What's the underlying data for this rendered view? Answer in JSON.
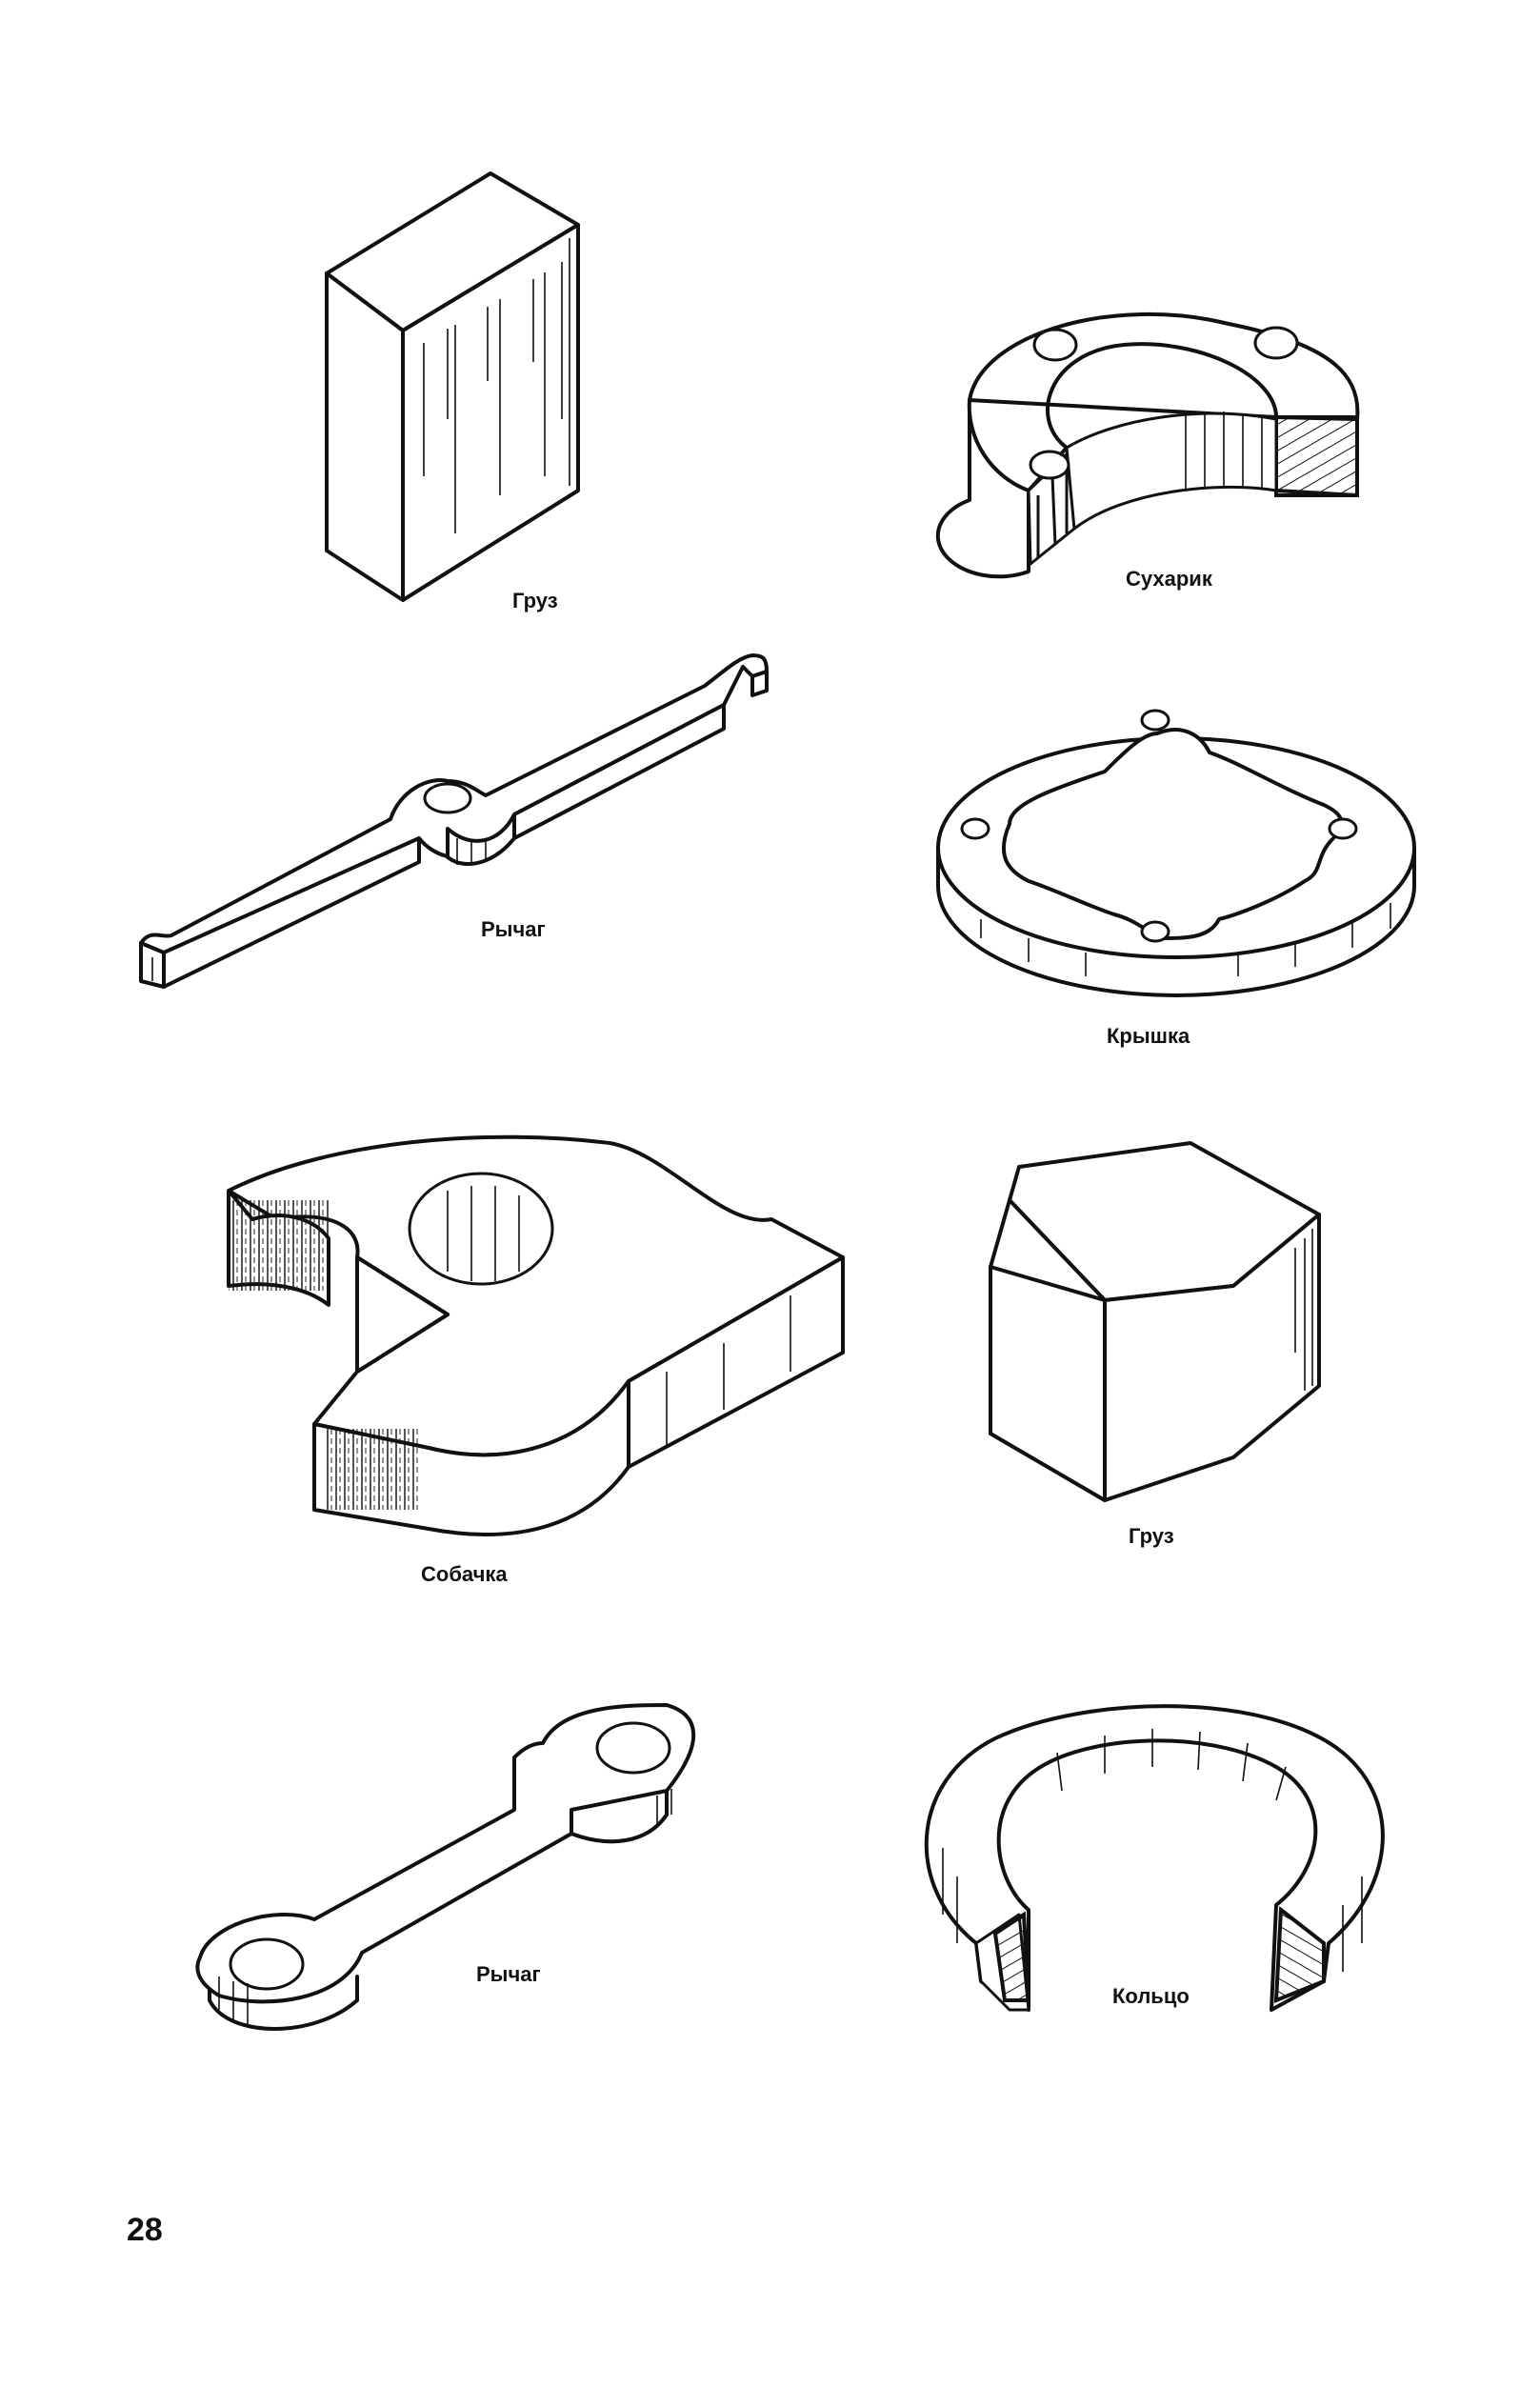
{
  "captions": {
    "gruz_block": "Груз",
    "sukharik": "Сухарик",
    "rychag_long": "Рычаг",
    "kryshka": "Крышка",
    "sobachka": "Собачка",
    "gruz_hex": "Груз",
    "rychag_short": "Рычаг",
    "koltso": "Кольцо"
  },
  "page_number": "28"
}
